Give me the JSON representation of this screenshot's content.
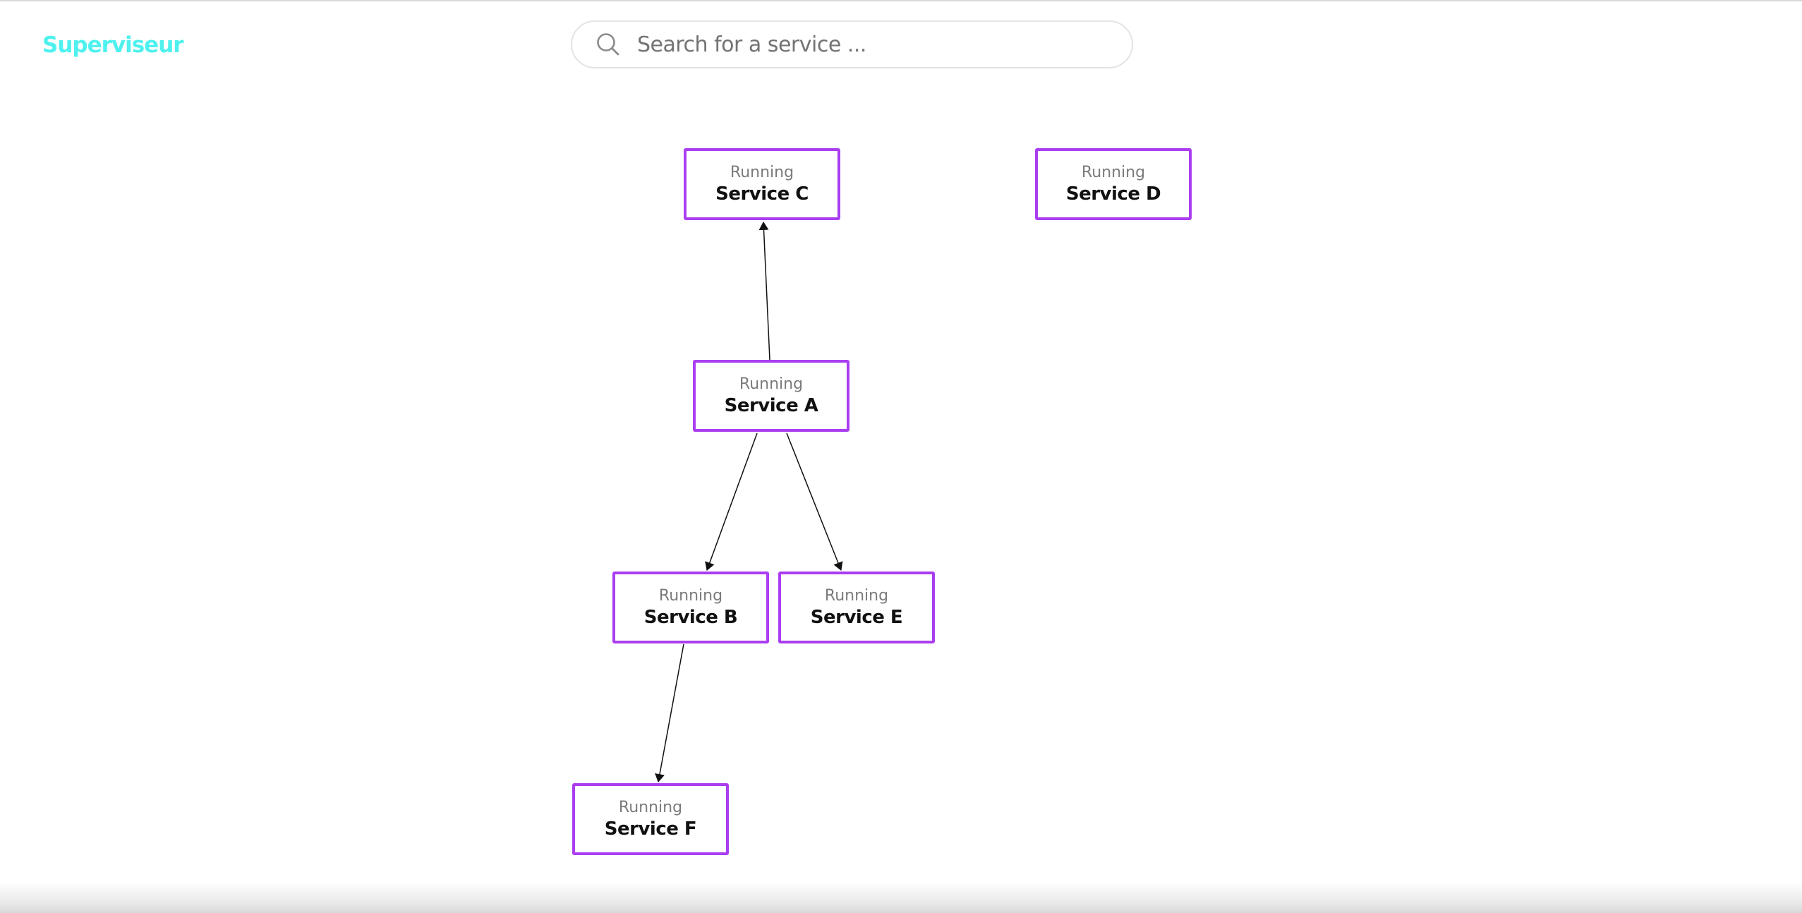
{
  "app": {
    "brand": "Superviseur",
    "brand_color": "#4ff1ee",
    "accent_color": "#aa3ef0"
  },
  "search": {
    "placeholder": "Search for a service ...",
    "value": "",
    "icon": "search-icon"
  },
  "graph": {
    "nodes": [
      {
        "id": "service-c",
        "name": "Service C",
        "status": "Running"
      },
      {
        "id": "service-d",
        "name": "Service D",
        "status": "Running"
      },
      {
        "id": "service-a",
        "name": "Service A",
        "status": "Running"
      },
      {
        "id": "service-b",
        "name": "Service B",
        "status": "Running"
      },
      {
        "id": "service-e",
        "name": "Service E",
        "status": "Running"
      },
      {
        "id": "service-f",
        "name": "Service F",
        "status": "Running"
      }
    ],
    "edges": [
      {
        "from": "service-a",
        "to": "service-c"
      },
      {
        "from": "service-a",
        "to": "service-b"
      },
      {
        "from": "service-a",
        "to": "service-e"
      },
      {
        "from": "service-b",
        "to": "service-f"
      }
    ]
  }
}
